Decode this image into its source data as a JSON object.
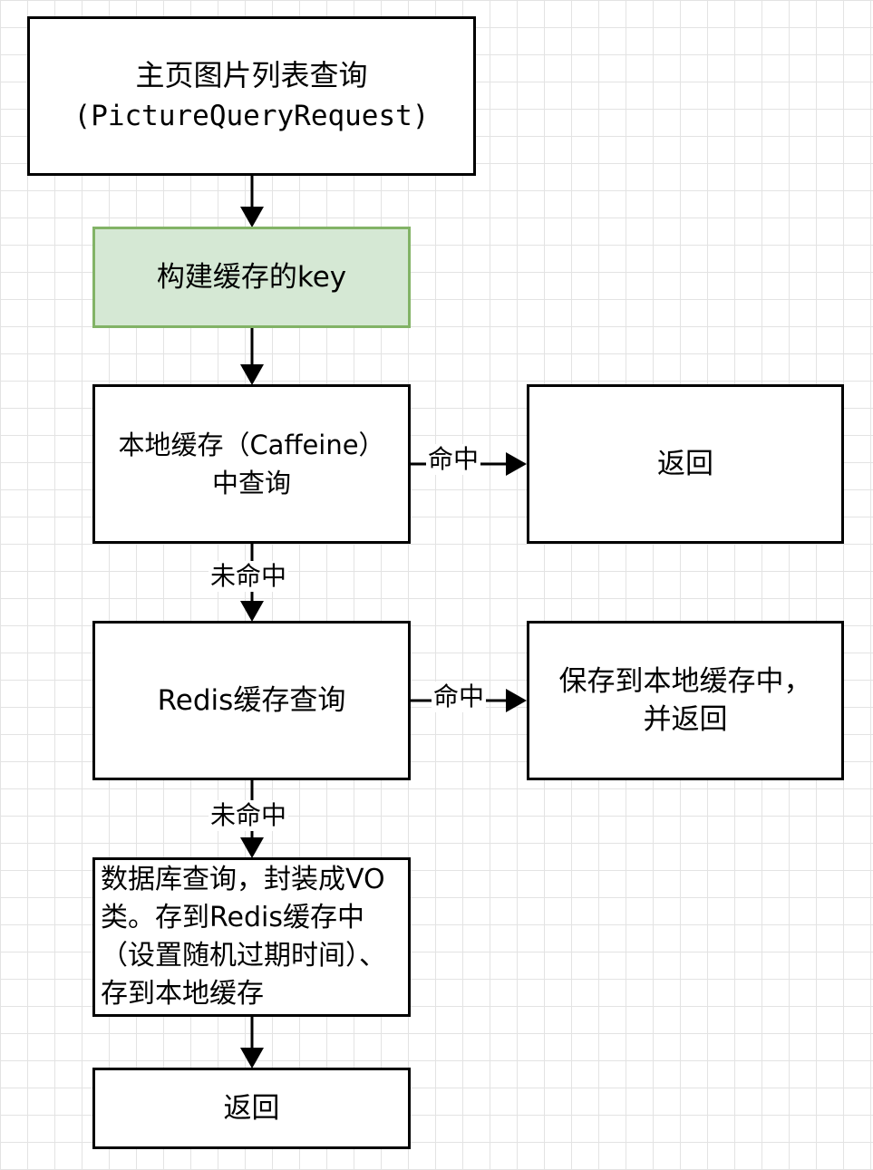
{
  "nodes": {
    "start": {
      "line1": "主页图片列表查询",
      "line2": "(PictureQueryRequest)"
    },
    "build_key": {
      "label": "构建缓存的key"
    },
    "local_cache": {
      "label": "本地缓存（Caffeine）\n中查询"
    },
    "return_local": {
      "label": "返回"
    },
    "redis_query": {
      "label": "Redis缓存查询"
    },
    "save_local": {
      "label": "保存到本地缓存中，\n并返回"
    },
    "db_query": {
      "label": "数据库查询，封装成VO类。存到Redis缓存中（设置随机过期时间）、存到本地缓存"
    },
    "return_final": {
      "label": "返回"
    }
  },
  "edges": {
    "hit_1": "命中",
    "miss_1": "未命中",
    "hit_2": "命中",
    "miss_2": "未命中"
  },
  "colors": {
    "highlight_fill": "#d5e8d4",
    "highlight_stroke": "#82b366",
    "stroke": "#000000",
    "grid": "#e3e3e3"
  }
}
